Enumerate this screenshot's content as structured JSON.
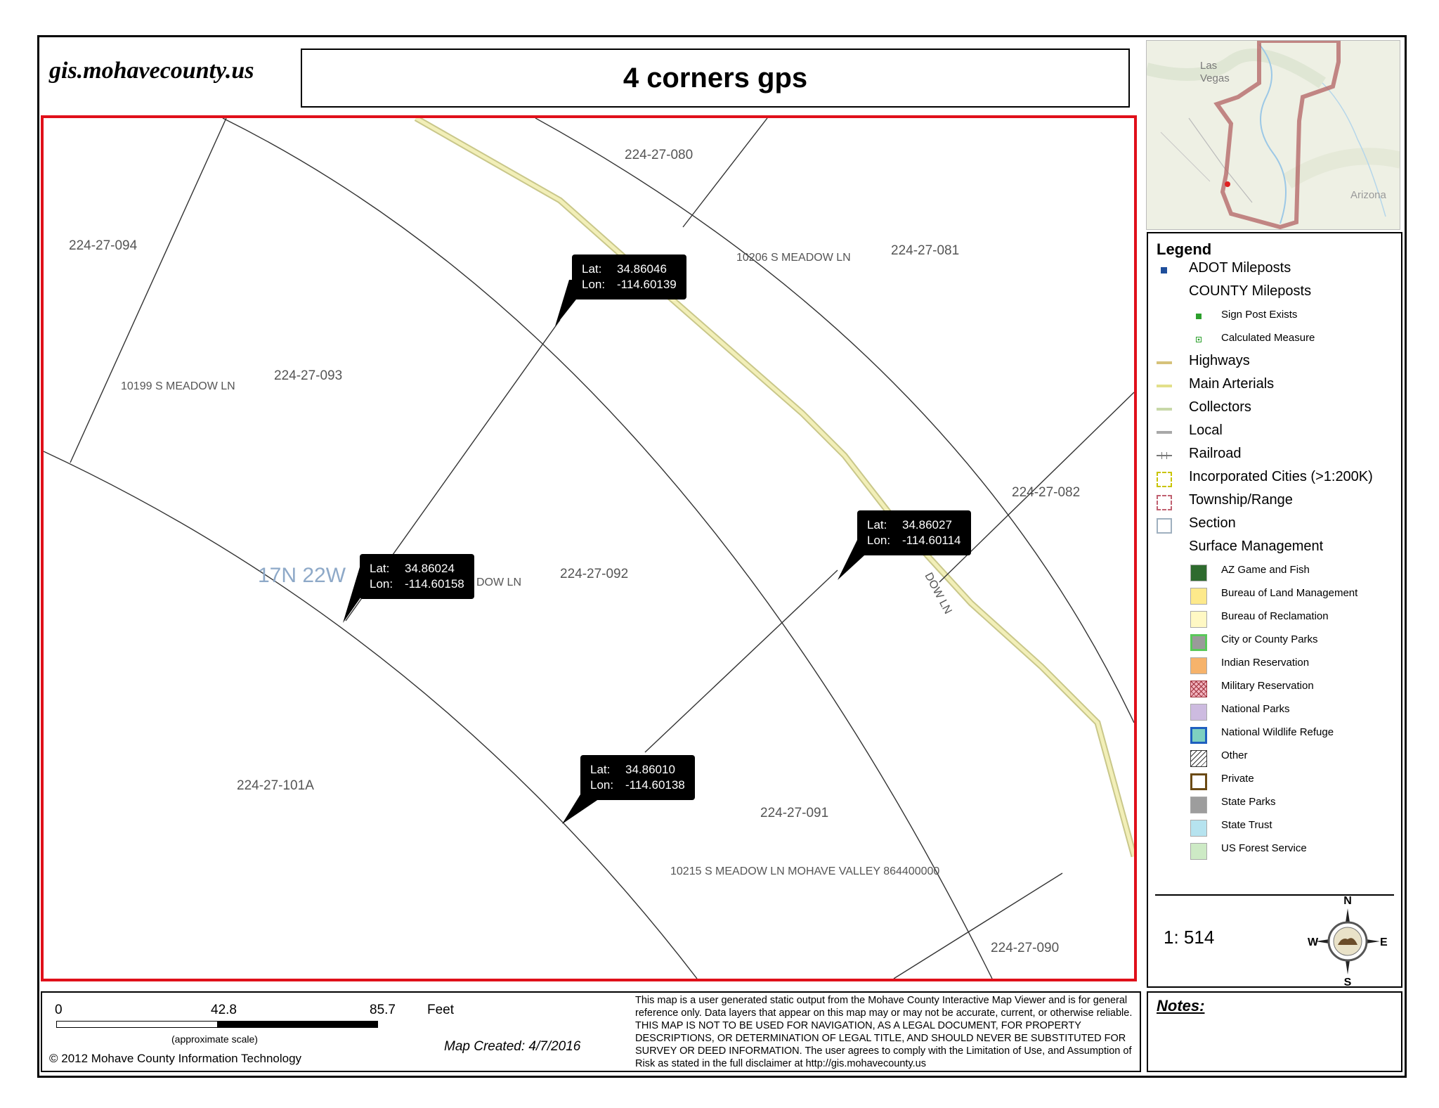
{
  "header": {
    "site": "gis.mohavecounty.us",
    "title": "4 corners gps"
  },
  "map": {
    "township": "17N 22W",
    "parcels": [
      "224-27-080",
      "224-27-094",
      "224-27-081",
      "224-27-093",
      "224-27-082",
      "224-27-092",
      "224-27-101A",
      "224-27-091",
      "224-27-090"
    ],
    "addresses": {
      "a1": "10206 S MEADOW LN",
      "a2": "10199 S MEADOW LN",
      "a3": "DOW LN",
      "a4": "DOW LN",
      "a5": "10215 S MEADOW LN MOHAVE VALLEY 864400000"
    },
    "callouts": [
      {
        "lat_label": "Lat:",
        "lat": "34.86046",
        "lon_label": "Lon:",
        "lon": "-114.60139"
      },
      {
        "lat_label": "Lat:",
        "lat": "34.86027",
        "lon_label": "Lon:",
        "lon": "-114.60114"
      },
      {
        "lat_label": "Lat:",
        "lat": "34.86024",
        "lon_label": "Lon:",
        "lon": "-114.60158"
      },
      {
        "lat_label": "Lat:",
        "lat": "34.86010",
        "lon_label": "Lon:",
        "lon": "-114.60138"
      }
    ]
  },
  "inset": {
    "city": "Las\nVegas",
    "state": "Arizona"
  },
  "legend": {
    "title": "Legend",
    "items": [
      {
        "label": "ADOT Mileposts",
        "sub": false,
        "icon": "blue-square",
        "color": "#1f4e9b"
      },
      {
        "label": "COUNTY Mileposts",
        "sub": false,
        "icon": "none",
        "color": ""
      },
      {
        "label": "Sign Post Exists",
        "sub": true,
        "icon": "green-square",
        "color": "#2ca02c"
      },
      {
        "label": "Calculated Measure",
        "sub": true,
        "icon": "green-dot",
        "color": "#2ca02c"
      },
      {
        "label": "Highways",
        "sub": false,
        "icon": "line",
        "color": "#d6c27a"
      },
      {
        "label": "Main Arterials",
        "sub": false,
        "icon": "line",
        "color": "#e2e08a"
      },
      {
        "label": "Collectors",
        "sub": false,
        "icon": "line",
        "color": "#c8d8a8"
      },
      {
        "label": "Local",
        "sub": false,
        "icon": "line",
        "color": "#a8a8a8"
      },
      {
        "label": "Railroad",
        "sub": false,
        "icon": "railroad",
        "color": "#777777"
      },
      {
        "label": "Incorporated Cities (>1:200K)",
        "sub": false,
        "icon": "dashed-box",
        "color": "#c9c400"
      },
      {
        "label": "Township/Range",
        "sub": false,
        "icon": "dashed-box",
        "color": "#c06070"
      },
      {
        "label": "Section",
        "sub": false,
        "icon": "box",
        "color": "#9fb0bf"
      },
      {
        "label": "Surface Management",
        "sub": false,
        "icon": "none",
        "color": ""
      },
      {
        "label": "AZ Game and Fish",
        "sub": true,
        "icon": "fill",
        "color": "#2e6b2e"
      },
      {
        "label": "Bureau of Land Management",
        "sub": true,
        "icon": "fill",
        "color": "#fde98b"
      },
      {
        "label": "Bureau of Reclamation",
        "sub": true,
        "icon": "fill",
        "color": "#fff8c4"
      },
      {
        "label": "City or County Parks",
        "sub": true,
        "icon": "fill-border",
        "color": "#9a9a9a",
        "border": "#5ac85a"
      },
      {
        "label": "Indian Reservation",
        "sub": true,
        "icon": "fill",
        "color": "#f6b36b"
      },
      {
        "label": "Military Reservation",
        "sub": true,
        "icon": "hatch-cross",
        "color": "#f2b6c0",
        "border": "#a0303c"
      },
      {
        "label": "National Parks",
        "sub": true,
        "icon": "fill",
        "color": "#cdbbe0"
      },
      {
        "label": "National Wildlife Refuge",
        "sub": true,
        "icon": "fill-border",
        "color": "#7ed0c0",
        "border": "#1f5fbf"
      },
      {
        "label": "Other",
        "sub": true,
        "icon": "hatch",
        "color": "#ffffff",
        "border": "#333333"
      },
      {
        "label": "Private",
        "sub": true,
        "icon": "fill-border",
        "color": "#ffffff",
        "border": "#6b4a14"
      },
      {
        "label": "State Parks",
        "sub": true,
        "icon": "fill",
        "color": "#9d9d9d"
      },
      {
        "label": "State Trust",
        "sub": true,
        "icon": "fill",
        "color": "#b6e3ef"
      },
      {
        "label": "US Forest Service",
        "sub": true,
        "icon": "fill",
        "color": "#cdeac5"
      }
    ],
    "scale": "1: 514",
    "compass": {
      "n": "N",
      "s": "S",
      "e": "E",
      "w": "W"
    }
  },
  "scalebar": {
    "t0": "0",
    "t1": "42.8",
    "t2": "85.7",
    "units": "Feet",
    "note": "(approximate scale)"
  },
  "footer": {
    "copyright": "© 2012 Mohave County Information Technology",
    "created": "Map Created: 4/7/2016",
    "disclaimer": "This map is a user generated static output from the Mohave County Interactive Map Viewer and is for general reference only. Data layers that appear on this map may or may not be accurate, current, or otherwise reliable. THIS MAP IS NOT TO BE USED FOR NAVIGATION, AS A LEGAL DOCUMENT, FOR PROPERTY DESCRIPTIONS, OR DETERMINATION OF LEGAL TITLE, AND SHOULD NEVER BE SUBSTITUTED FOR SURVEY OR DEED INFORMATION. The user agrees to comply with the Limitation of Use, and Assumption of Risk as stated in the full disclaimer at http://gis.mohavecounty.us",
    "notes_title": "Notes:"
  }
}
